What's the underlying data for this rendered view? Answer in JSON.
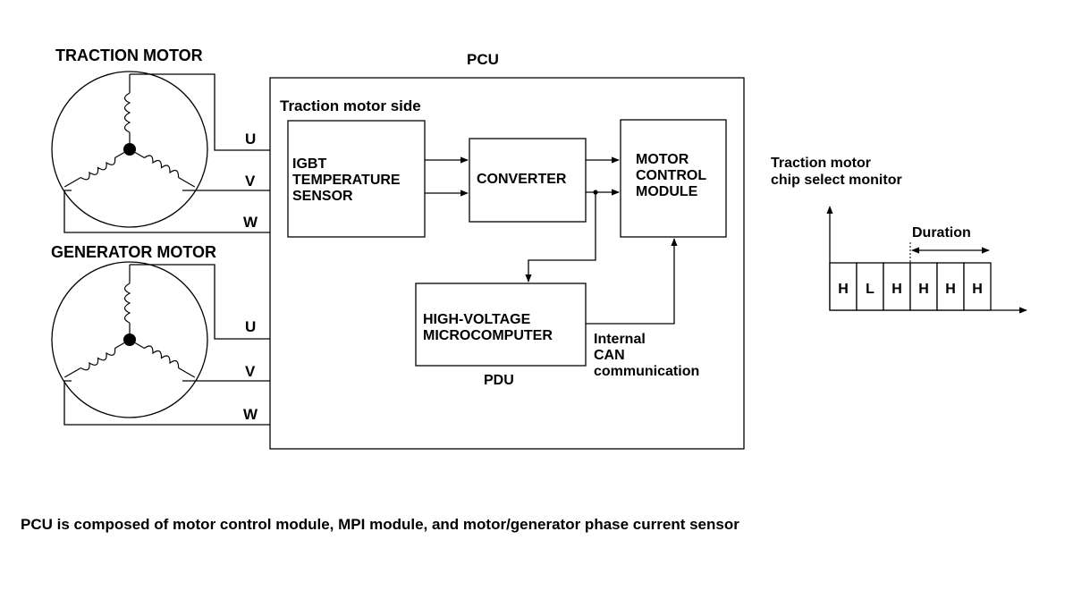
{
  "motors": {
    "traction": {
      "title": "TRACTION MOTOR",
      "phases": [
        "U",
        "V",
        "W"
      ]
    },
    "generator": {
      "title": "GENERATOR MOTOR",
      "phases": [
        "U",
        "V",
        "W"
      ]
    }
  },
  "pcu": {
    "title": "PCU",
    "section_label": "Traction motor side",
    "blocks": {
      "igbt_sensor": [
        "IGBT",
        "TEMPERATURE",
        "SENSOR"
      ],
      "converter": [
        "CONVERTER"
      ],
      "motor_control_module": [
        "MOTOR",
        "CONTROL",
        "MODULE"
      ],
      "hv_microcomputer": [
        "HIGH-VOLTAGE",
        "MICROCOMPUTER"
      ]
    },
    "pdu_label": "PDU",
    "can_label": [
      "Internal",
      "CAN",
      "communication"
    ]
  },
  "monitor": {
    "title": [
      "Traction motor",
      "chip select monitor"
    ],
    "duration_label": "Duration",
    "cells": [
      "H",
      "L",
      "H",
      "H",
      "H",
      "H"
    ]
  },
  "caption": "PCU is composed of motor control module, MPI module, and motor/generator phase current sensor"
}
